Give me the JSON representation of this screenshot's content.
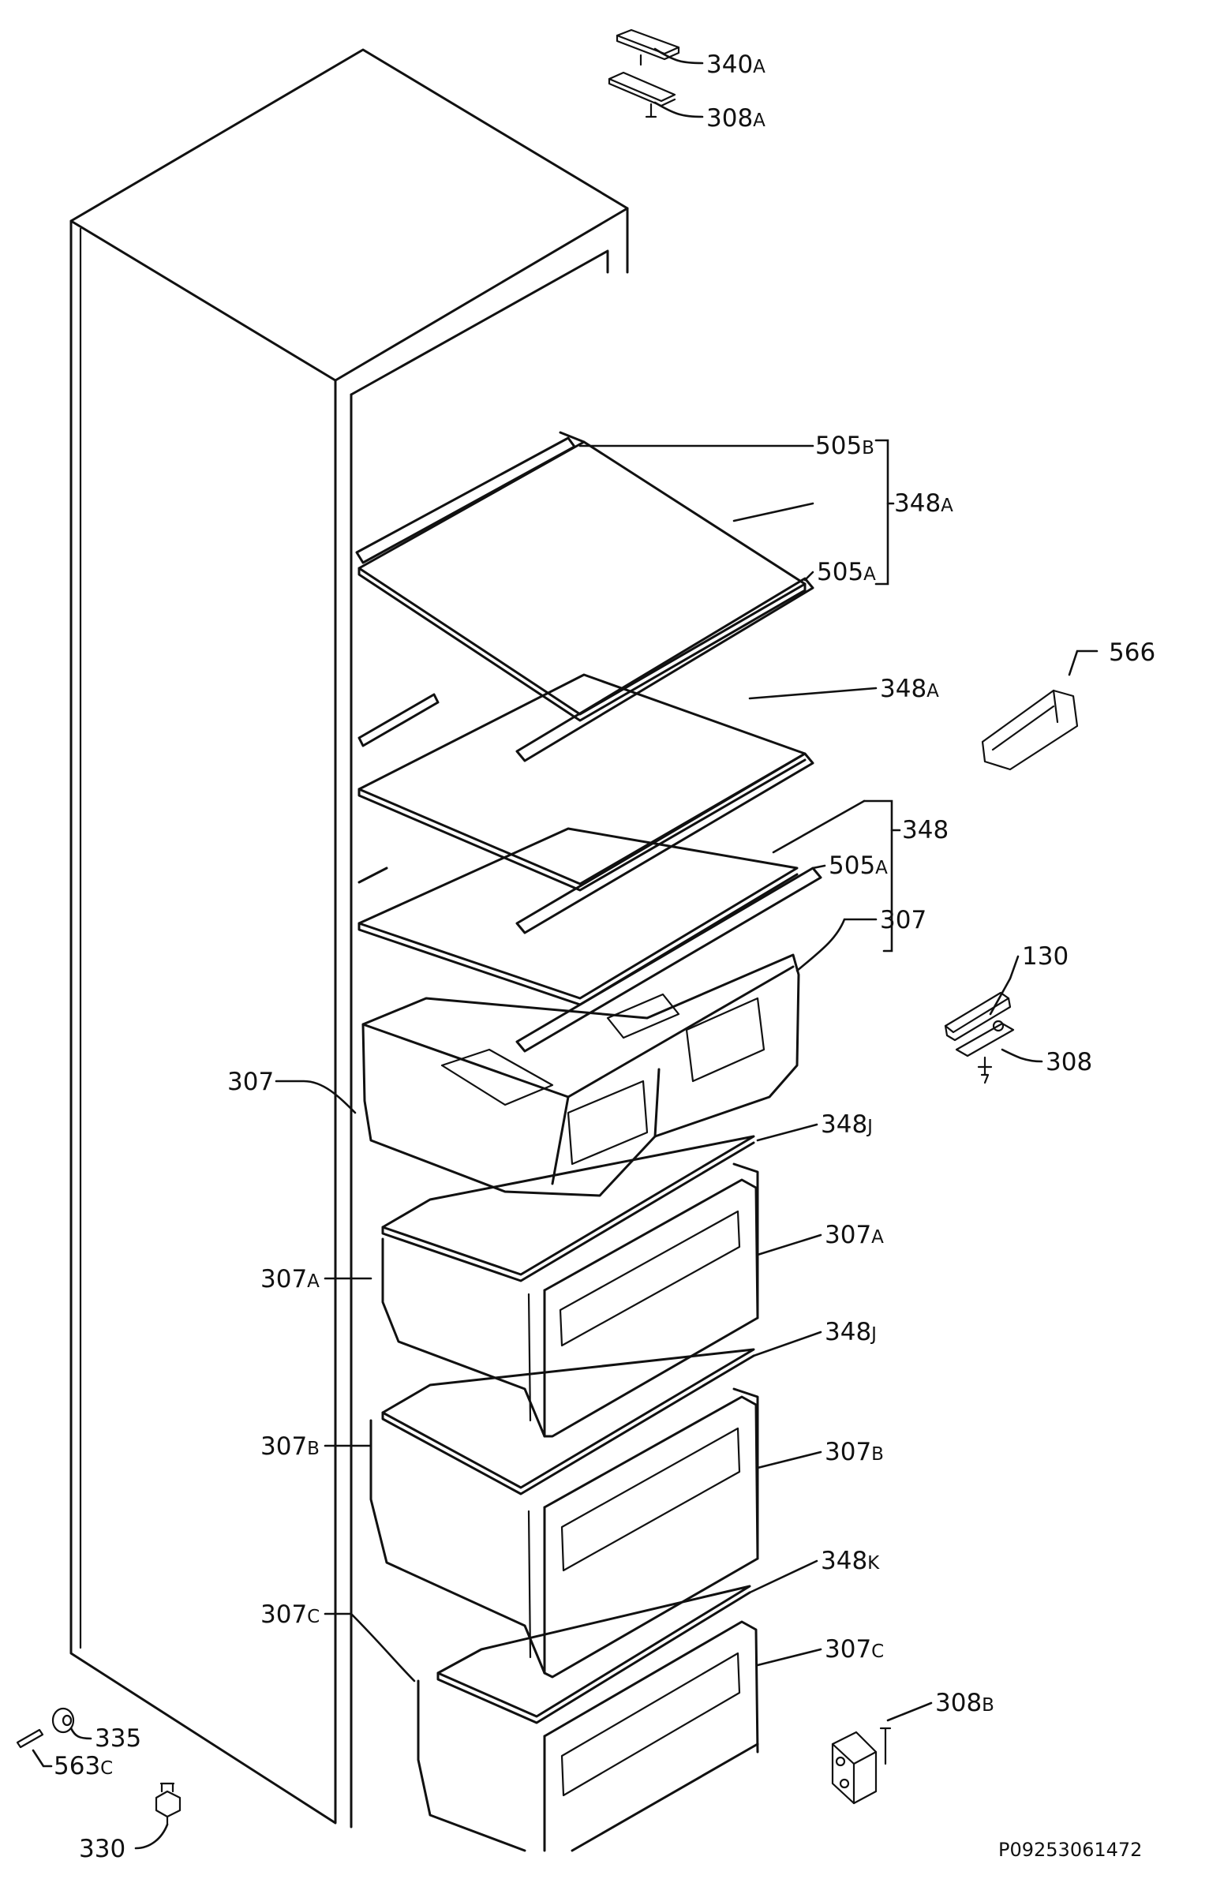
{
  "labels": {
    "p340a": {
      "num": "340",
      "suf": "A"
    },
    "p308a": {
      "num": "308",
      "suf": "A"
    },
    "p505b": {
      "num": "505",
      "suf": "B"
    },
    "p348a_1": {
      "num": "348",
      "suf": "A"
    },
    "p505a_1": {
      "num": "505",
      "suf": "A"
    },
    "p566": {
      "num": "566",
      "suf": ""
    },
    "p348a_2": {
      "num": "348",
      "suf": "A"
    },
    "p348": {
      "num": "348",
      "suf": ""
    },
    "p505a_2": {
      "num": "505",
      "suf": "A"
    },
    "p307_r": {
      "num": "307",
      "suf": ""
    },
    "p130": {
      "num": "130",
      "suf": ""
    },
    "p308": {
      "num": "308",
      "suf": ""
    },
    "p307_l": {
      "num": "307",
      "suf": ""
    },
    "p348j_1": {
      "num": "348",
      "suf": "J"
    },
    "p307a_r": {
      "num": "307",
      "suf": "A"
    },
    "p307a_l": {
      "num": "307",
      "suf": "A"
    },
    "p348j_2": {
      "num": "348",
      "suf": "J"
    },
    "p307b_l": {
      "num": "307",
      "suf": "B"
    },
    "p307b_r": {
      "num": "307",
      "suf": "B"
    },
    "p348k": {
      "num": "348",
      "suf": "K"
    },
    "p307c_l": {
      "num": "307",
      "suf": "C"
    },
    "p307c_r": {
      "num": "307",
      "suf": "C"
    },
    "p308b": {
      "num": "308",
      "suf": "B"
    },
    "p335": {
      "num": "335",
      "suf": ""
    },
    "p563c": {
      "num": "563",
      "suf": "C"
    },
    "p330": {
      "num": "330",
      "suf": ""
    }
  },
  "drawing_code": "P09253061472"
}
